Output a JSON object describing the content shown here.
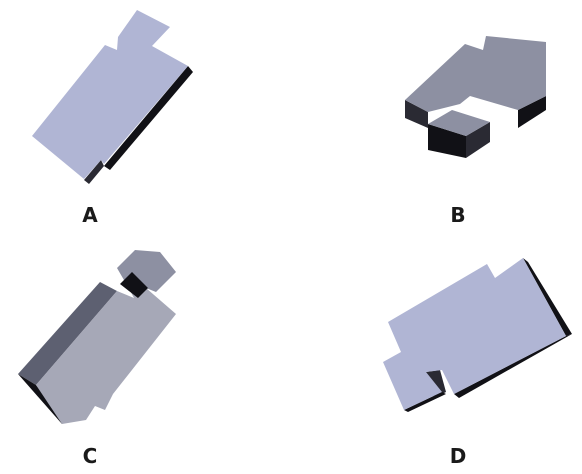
{
  "options": [
    {
      "id": "a",
      "label": "A"
    },
    {
      "id": "b",
      "label": "B"
    },
    {
      "id": "c",
      "label": "C"
    },
    {
      "id": "d",
      "label": "D"
    }
  ],
  "colors": {
    "face_top": "#b0b5d4",
    "face_side_light": "#8d90a2",
    "face_side_mid": "#5d6071",
    "face_side_dark": "#2a2a33",
    "face_black": "#111116",
    "background": "#ffffff",
    "label_text": "#1a1a1a"
  }
}
